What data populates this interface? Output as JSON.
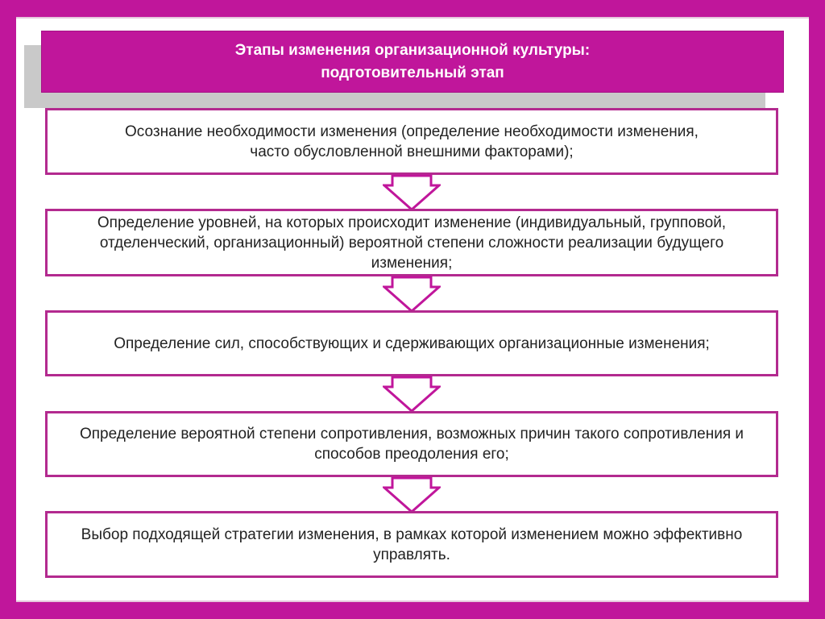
{
  "header": {
    "line1": "Этапы изменения организационной культуры:",
    "line2": "подготовительный этап"
  },
  "steps": [
    {
      "text": "Осознание необходимости изменения (определение необходимости изменения, часто обусловленной внешними факторами);"
    },
    {
      "text": "Определение уровней, на которых происходит изменение (индивидуальный, групповой, отделенческий, организационный) вероятной степени сложности реализации будущего  изменения;"
    },
    {
      "text": "Определение сил, способствующих и сдерживающих организационные изменения;"
    },
    {
      "text": "Определение вероятной степени сопротивления, возможных причин такого сопротивления и способов преодоления его;"
    },
    {
      "text": "Выбор подходящей стратегии изменения, в рамках которой изменением можно эффективно управлять."
    }
  ],
  "colors": {
    "frame": "#c0169b",
    "box_border": "#b32a8f",
    "arrow": "#c0169b"
  }
}
